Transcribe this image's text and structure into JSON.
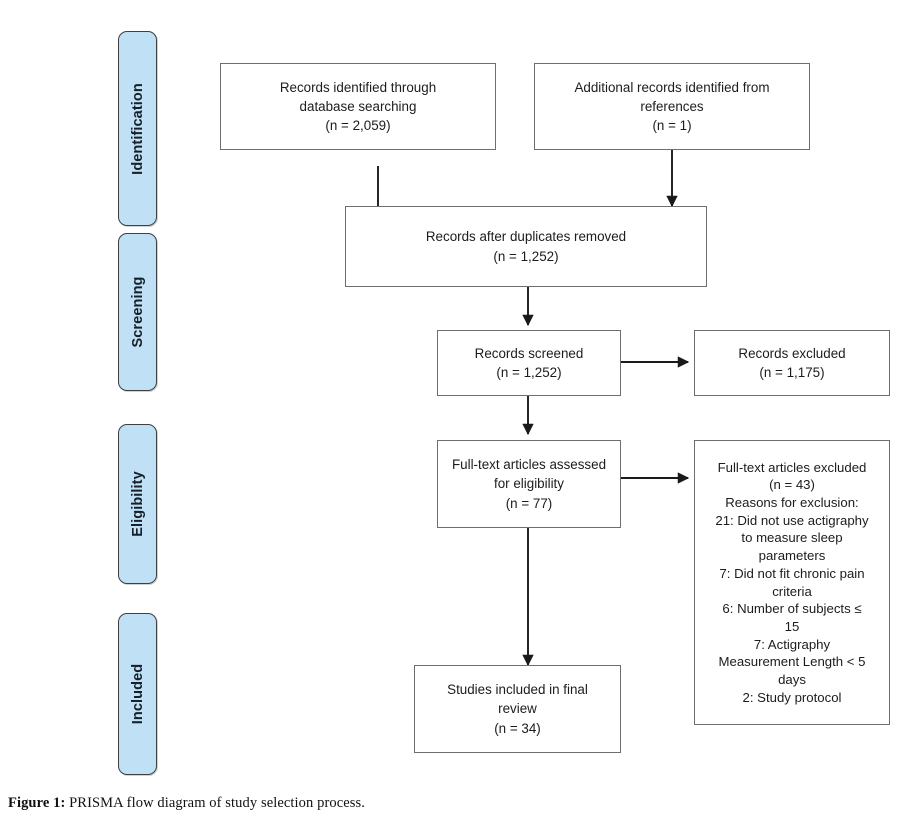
{
  "figure": {
    "caption_label": "Figure 1:",
    "caption_text": " PRISMA flow diagram of study selection process.",
    "accent_color": "#bfe0f5",
    "pill_border_color": "#3f3f3f",
    "box_border_color": "#6e6e6e",
    "connector_color": "#1a1a1a"
  },
  "stages": [
    {
      "label": "Identification",
      "name": "stage-identification"
    },
    {
      "label": "Screening",
      "name": "stage-screening"
    },
    {
      "label": "Eligibility",
      "name": "stage-eligibility"
    },
    {
      "label": "Included",
      "name": "stage-included"
    }
  ],
  "boxes": {
    "records_identified": {
      "text": "Records identified through\ndatabase searching\n(n = 2,059)",
      "count_label": "(n = 2,059)",
      "count": 2059
    },
    "additional_records": {
      "text": "Additional records identified from\nreferences\n(n = 1)",
      "count_label": "(n = 1)",
      "count": 1
    },
    "duplicates_removed": {
      "text": "Records after duplicates removed\n(n = 1,252)",
      "count_label": "(n = 1,252)",
      "count": 1252
    },
    "records_screened": {
      "text": "Records screened\n(n = 1,252)",
      "count_label": "(n = 1,252)",
      "count": 1252
    },
    "records_excluded": {
      "text": "Records excluded\n(n = 1,175)",
      "count_label": "(n = 1,175)",
      "count": 1175
    },
    "fulltext_assessed": {
      "text": "Full-text articles assessed\nfor eligibility\n(n = 77)",
      "count_label": "(n = 77)",
      "count": 77
    },
    "fulltext_excluded": {
      "text": "Full-text articles excluded\n(n = 43)\nReasons for exclusion:\n21: Did not use actigraphy\nto measure sleep\nparameters\n7: Did not fit chronic pain\ncriteria\n6: Number of subjects ≤\n15\n7: Actigraphy\nMeasurement Length < 5\ndays\n2: Study protocol",
      "count_label": "(n = 43)",
      "count": 43,
      "reasons_heading": "Reasons for exclusion:",
      "reasons": [
        {
          "n": 21,
          "text": "Did not use actigraphy to measure sleep parameters"
        },
        {
          "n": 7,
          "text": "Did not fit chronic pain criteria"
        },
        {
          "n": 6,
          "text": "Number of subjects ≤ 15"
        },
        {
          "n": 7,
          "text": "Actigraphy Measurement Length < 5 days"
        },
        {
          "n": 2,
          "text": "Study protocol"
        }
      ]
    },
    "studies_included": {
      "text": "Studies included in final\nreview\n(n = 34)",
      "count_label": "(n = 34)",
      "count": 34
    }
  }
}
